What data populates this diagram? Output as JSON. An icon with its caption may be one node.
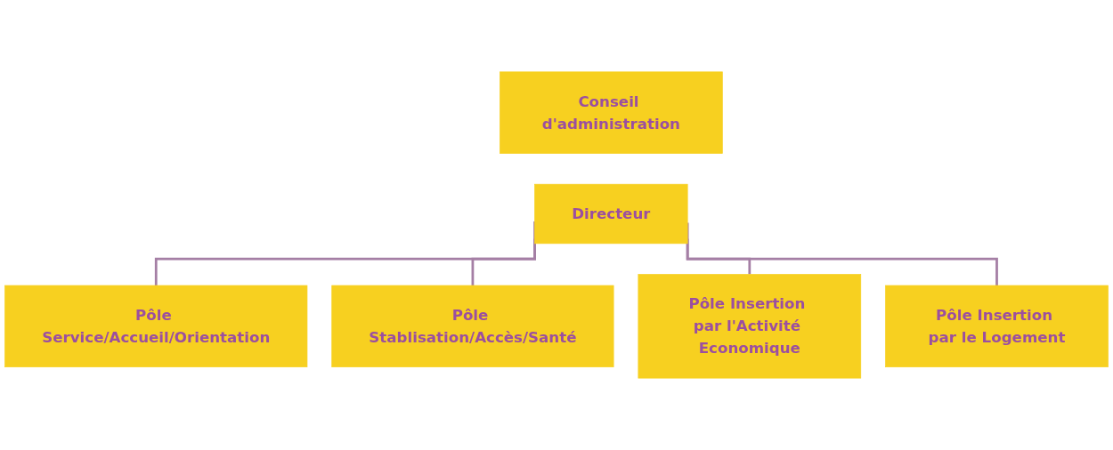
{
  "diagram": {
    "nodes": [
      {
        "text": [
          "Conseil d'administration"
        ]
      },
      {
        "text": [
          "Directeur"
        ]
      },
      {
        "text": [
          "Pôle Service/Accueil/Orientation"
        ]
      },
      {
        "text": [
          "Pôle Stablisation/Accès/Santé"
        ]
      },
      {
        "text": [
          "Pôle Insertion par l'Activité Economique"
        ]
      },
      {
        "text": [
          "Pôle Insertion par le Logement"
        ]
      }
    ],
    "edges": [
      {
        "from": 1,
        "to": 2,
        "arrow": "none"
      },
      {
        "from": 1,
        "to": 3,
        "arrow": "none"
      },
      {
        "from": 1,
        "to": 4,
        "arrow": "none"
      },
      {
        "from": 1,
        "to": 5,
        "arrow": "none"
      }
    ]
  }
}
